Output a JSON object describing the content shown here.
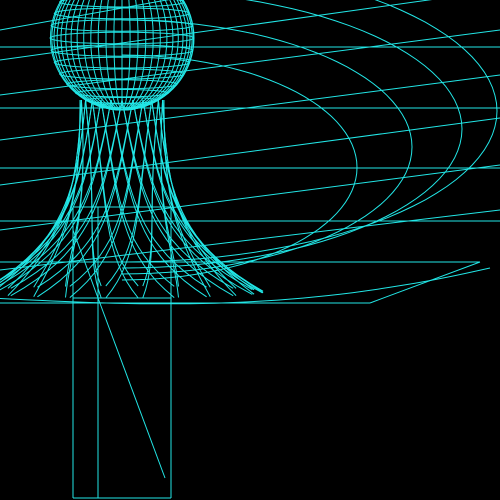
{
  "scene": {
    "background_color": "#000000",
    "wire_color": "#22e6e6",
    "objects": [
      {
        "name": "sphere",
        "mesh": "uv-sphere"
      },
      {
        "name": "stem",
        "mesh": "hyperboloid-stem"
      },
      {
        "name": "base-disc",
        "mesh": "flared-disc"
      },
      {
        "name": "ground-grid",
        "mesh": "flat-grid"
      },
      {
        "name": "box",
        "mesh": "rectangular-box"
      }
    ]
  }
}
